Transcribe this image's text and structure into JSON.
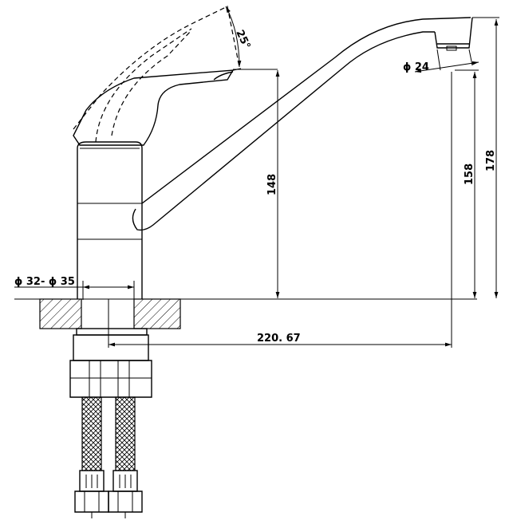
{
  "dimensions": {
    "lever_angle": "25°",
    "spout_height": "148",
    "outlet_height": "158",
    "total_height": "178",
    "outlet_diameter": "ϕ 24",
    "mount_hole": "ϕ 32- ϕ 35",
    "spout_reach": "220. 67"
  }
}
